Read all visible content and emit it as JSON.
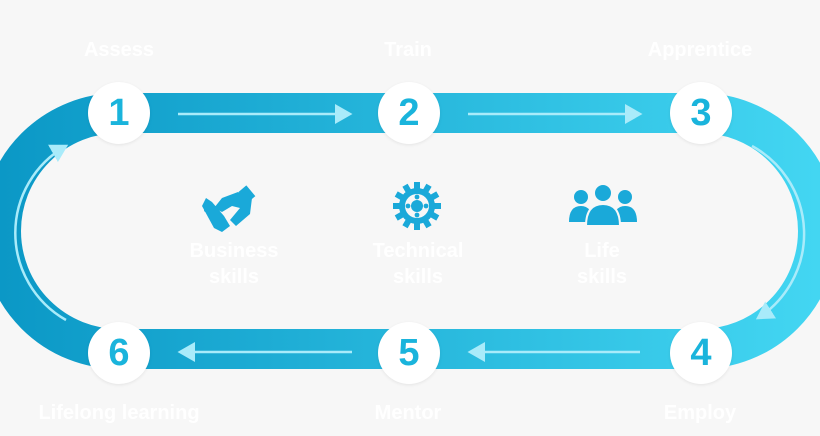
{
  "steps": [
    {
      "number": "1",
      "label": "Assess"
    },
    {
      "number": "2",
      "label": "Train"
    },
    {
      "number": "3",
      "label": "Apprentice"
    },
    {
      "number": "4",
      "label": "Employ"
    },
    {
      "number": "5",
      "label": "Mentor"
    },
    {
      "number": "6",
      "label": "Lifelong learning"
    }
  ],
  "skills": [
    {
      "line1": "Business",
      "line2": "skills",
      "icon": "handshake-icon"
    },
    {
      "line1": "Technical",
      "line2": "skills",
      "icon": "gear-icon"
    },
    {
      "line1": "Life",
      "line2": "skills",
      "icon": "people-icon"
    }
  ],
  "colors": {
    "track_dark": "#0b98c6",
    "track_light": "#43d6f2",
    "number_text": "#1ab4dc",
    "icon": "#1aa9d9",
    "label": "#ffffff",
    "background": "#f7f7f7"
  }
}
